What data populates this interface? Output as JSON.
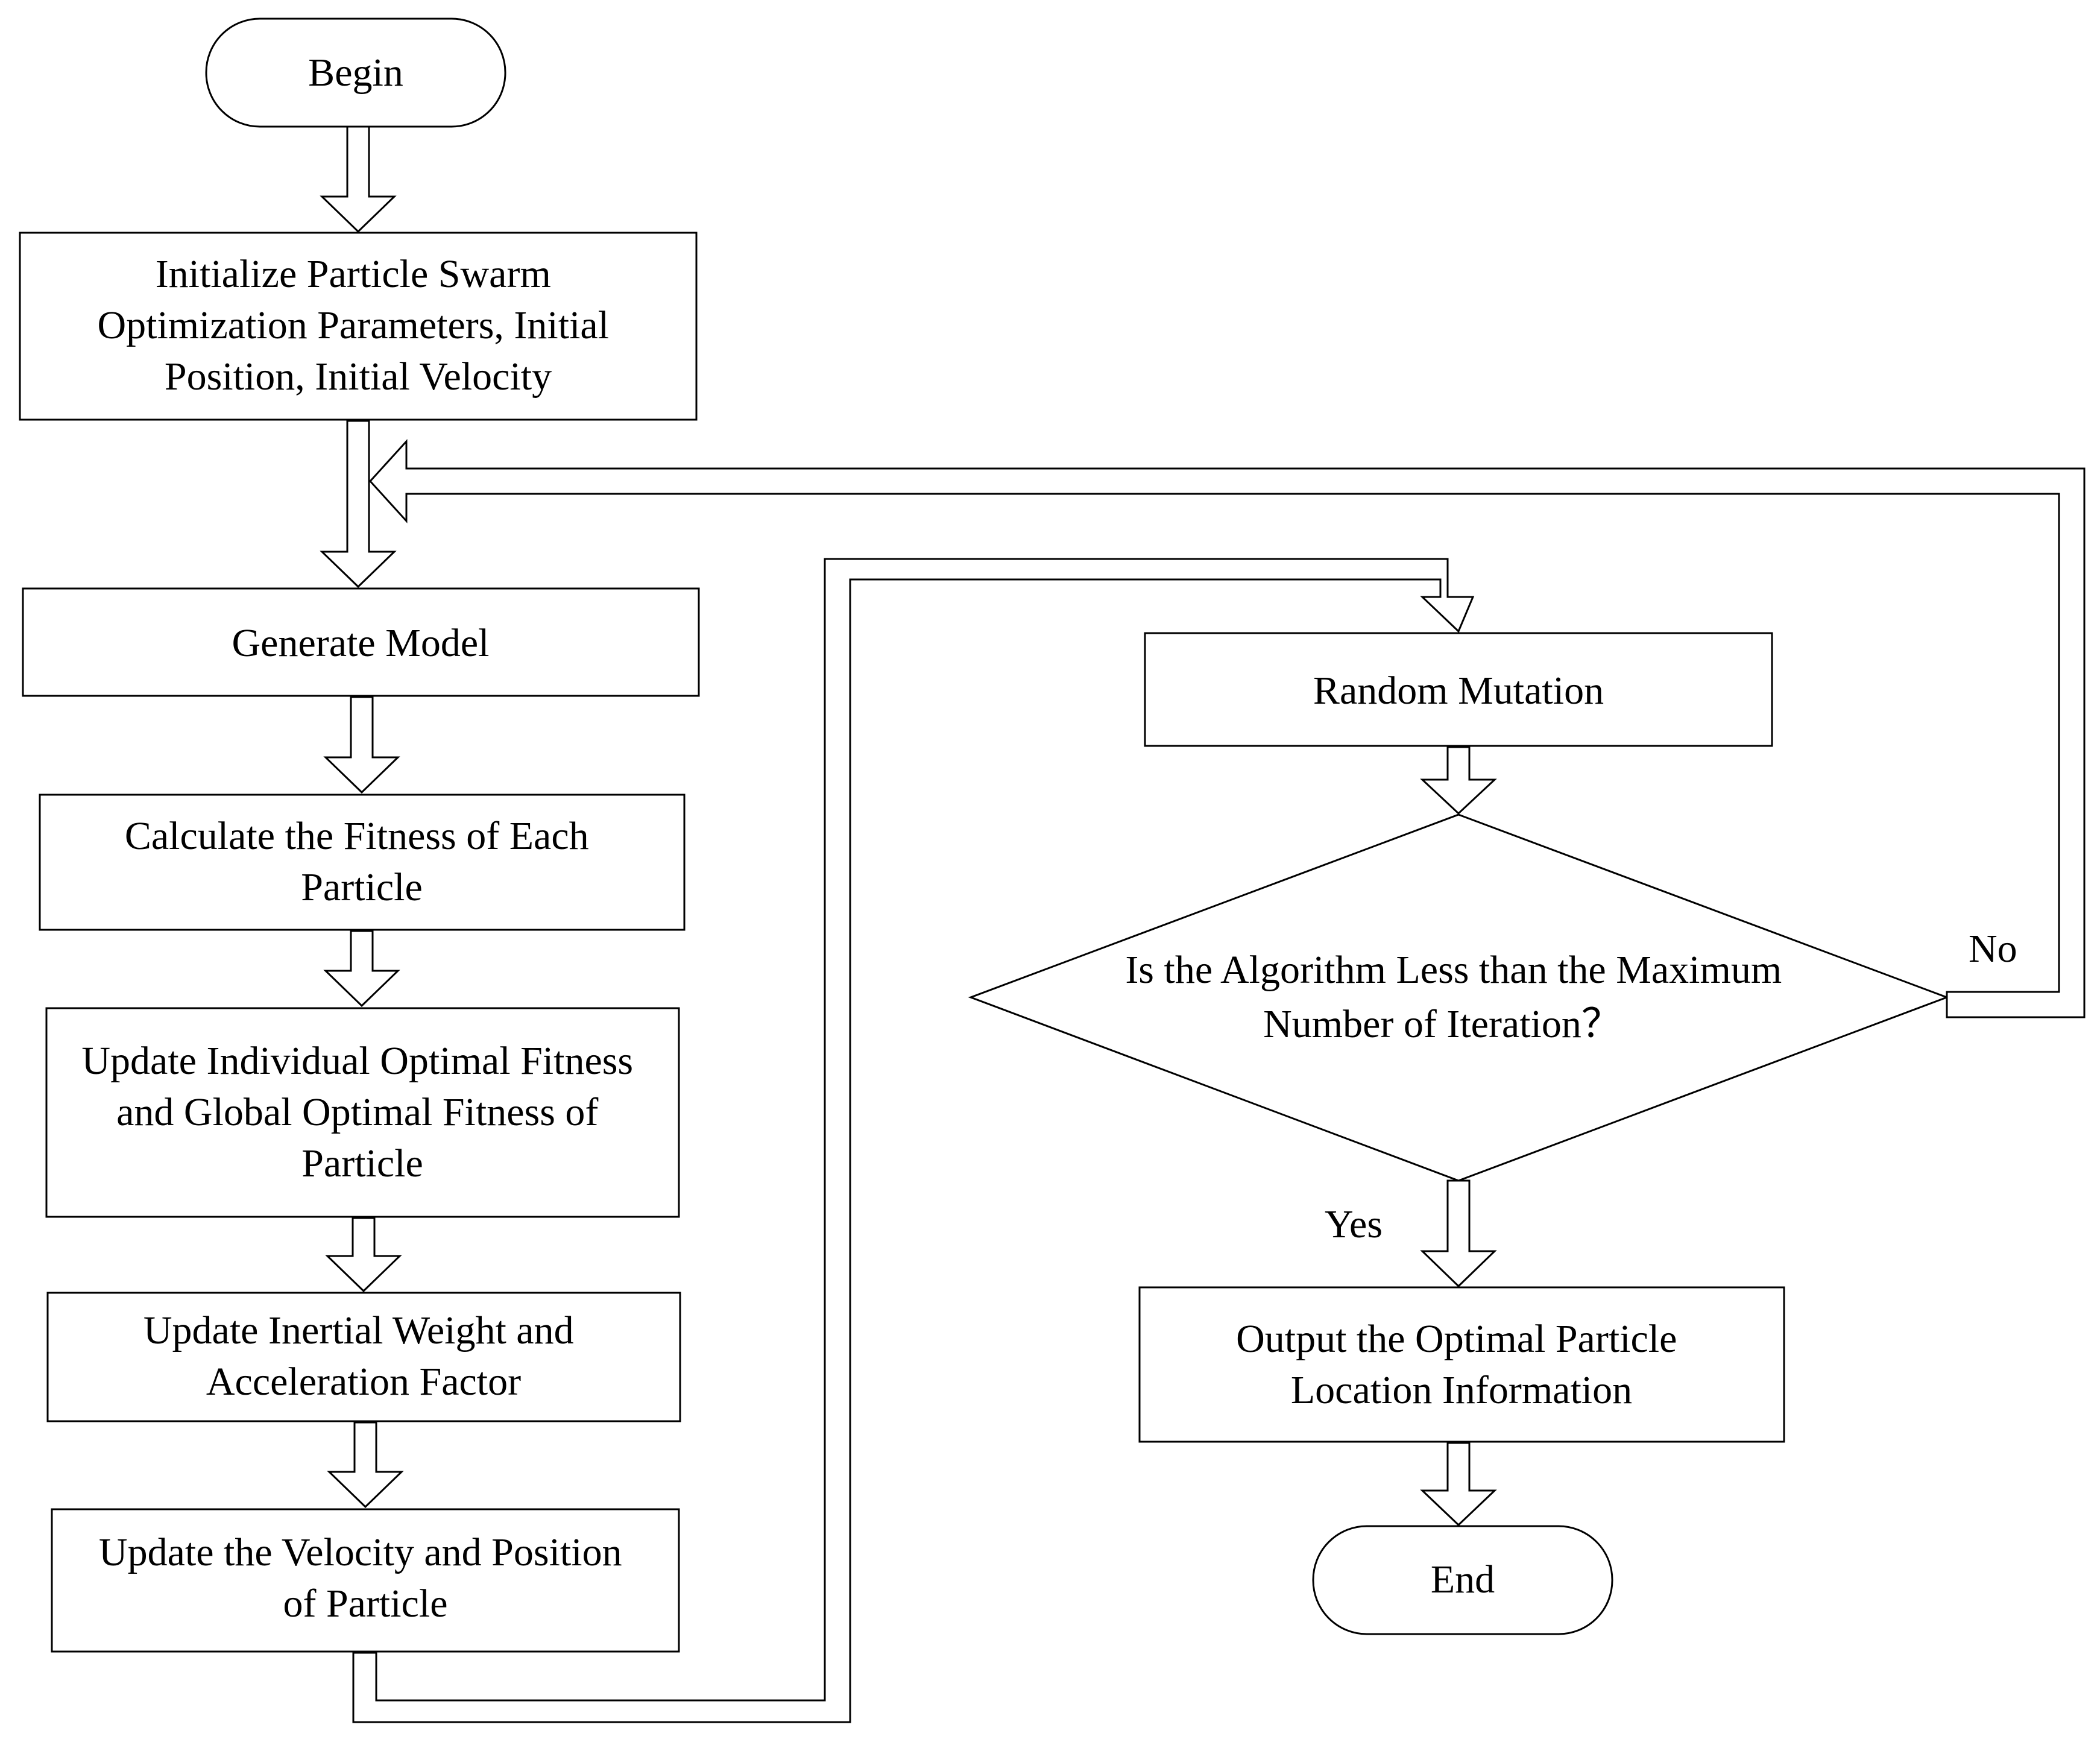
{
  "nodes": {
    "begin": {
      "lines": [
        "Begin"
      ]
    },
    "init": {
      "lines": [
        "Initialize Particle Swarm",
        "Optimization Parameters, Initial",
        "Position, Initial Velocity"
      ]
    },
    "generate": {
      "lines": [
        "Generate Model"
      ]
    },
    "fitness": {
      "lines": [
        "Calculate the Fitness of Each",
        "Particle"
      ]
    },
    "update_opt": {
      "lines": [
        "Update Individual Optimal Fitness",
        "and Global Optimal Fitness of",
        "Particle"
      ]
    },
    "update_inertia": {
      "lines": [
        "Update Inertial Weight and",
        "Acceleration Factor"
      ]
    },
    "update_vel": {
      "lines": [
        "Update the Velocity and Position",
        "of Particle"
      ]
    },
    "mutation": {
      "lines": [
        "Random Mutation"
      ]
    },
    "decision": {
      "lines": [
        "Is the Algorithm Less than the Maximum",
        "Number of Iteration？"
      ]
    },
    "output": {
      "lines": [
        "Output the Optimal Particle",
        "Location Information"
      ]
    },
    "end": {
      "lines": [
        "End"
      ]
    }
  },
  "labels": {
    "no": "No",
    "yes": "Yes"
  }
}
